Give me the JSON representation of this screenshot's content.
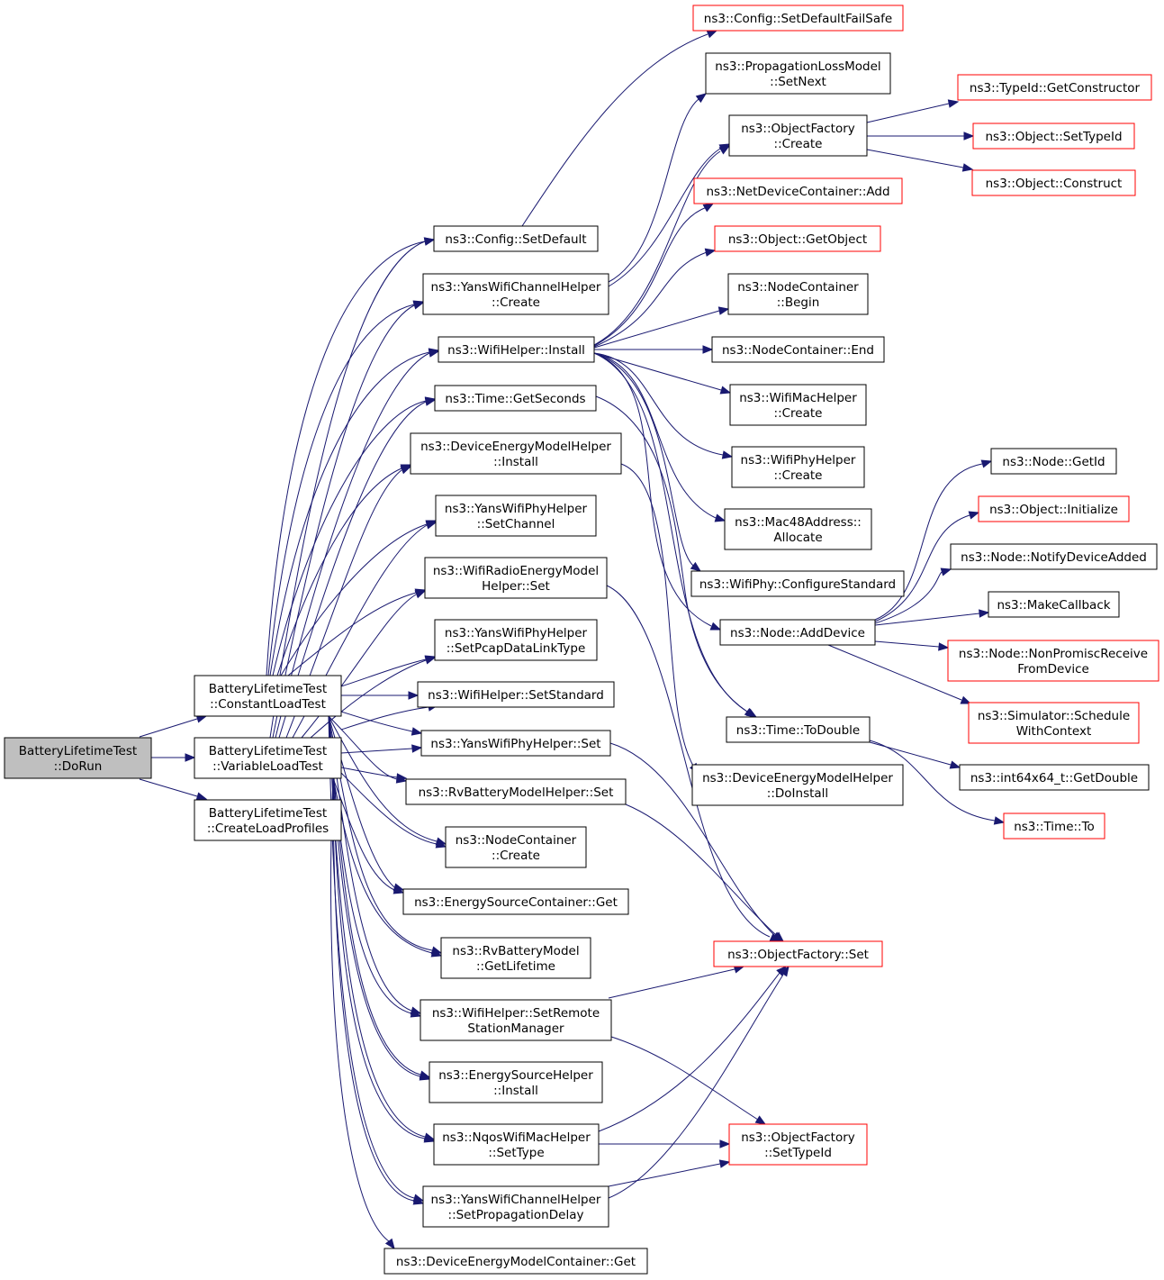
{
  "nodes": {
    "dorun": [
      "BatteryLifetimeTest",
      "::DoRun"
    ],
    "constload": [
      "BatteryLifetimeTest",
      "::ConstantLoadTest"
    ],
    "varload": [
      "BatteryLifetimeTest",
      "::VariableLoadTest"
    ],
    "createprof": [
      "BatteryLifetimeTest",
      "::CreateLoadProfiles"
    ],
    "cfgsetdefault": [
      "ns3::Config::SetDefault"
    ],
    "yanschancreate": [
      "ns3::YansWifiChannelHelper",
      "::Create"
    ],
    "wifiinstall": [
      "ns3::WifiHelper::Install"
    ],
    "timegetsec": [
      "ns3::Time::GetSeconds"
    ],
    "demhinstall": [
      "ns3::DeviceEnergyModelHelper",
      "::Install"
    ],
    "yansphysetchan": [
      "ns3::YansWifiPhyHelper",
      "::SetChannel"
    ],
    "wremhset": [
      "ns3::WifiRadioEnergyModel",
      "Helper::Set"
    ],
    "yansphypcap": [
      "ns3::YansWifiPhyHelper",
      "::SetPcapDataLinkType"
    ],
    "wifisetstd": [
      "ns3::WifiHelper::SetStandard"
    ],
    "yansphyset": [
      "ns3::YansWifiPhyHelper::Set"
    ],
    "rvbmhset": [
      "ns3::RvBatteryModelHelper::Set"
    ],
    "nccreate": [
      "ns3::NodeContainer",
      "::Create"
    ],
    "escget": [
      "ns3::EnergySourceContainer::Get"
    ],
    "rvbgetlife": [
      "ns3::RvBatteryModel",
      "::GetLifetime"
    ],
    "wifisetrsm": [
      "ns3::WifiHelper::SetRemote",
      "StationManager"
    ],
    "eshinstall": [
      "ns3::EnergySourceHelper",
      "::Install"
    ],
    "nqossettype": [
      "ns3::NqosWifiMacHelper",
      "::SetType"
    ],
    "yanssetprop": [
      "ns3::YansWifiChannelHelper",
      "::SetPropagationDelay"
    ],
    "demcget": [
      "ns3::DeviceEnergyModelContainer::Get"
    ],
    "cfgfailsafe": [
      "ns3::Config::SetDefaultFailSafe"
    ],
    "plmsetnext": [
      "ns3::PropagationLossModel",
      "::SetNext"
    ],
    "ofcreate": [
      "ns3::ObjectFactory",
      "::Create"
    ],
    "ndcadd": [
      "ns3::NetDeviceContainer::Add"
    ],
    "objgetobj": [
      "ns3::Object::GetObject"
    ],
    "ncbegin": [
      "ns3::NodeContainer",
      "::Begin"
    ],
    "ncend": [
      "ns3::NodeContainer::End"
    ],
    "wmhcreate": [
      "ns3::WifiMacHelper",
      "::Create"
    ],
    "wphcreate": [
      "ns3::WifiPhyHelper",
      "::Create"
    ],
    "mac48alloc": [
      "ns3::Mac48Address::",
      "Allocate"
    ],
    "wphyconfstd": [
      "ns3::WifiPhy::ConfigureStandard"
    ],
    "nodeadddev": [
      "ns3::Node::AddDevice"
    ],
    "timetodouble": [
      "ns3::Time::ToDouble"
    ],
    "demhdoinstall": [
      "ns3::DeviceEnergyModelHelper",
      "::DoInstall"
    ],
    "ofset": [
      "ns3::ObjectFactory::Set"
    ],
    "ofsettypeid": [
      "ns3::ObjectFactory",
      "::SetTypeId"
    ],
    "tidgetctor": [
      "ns3::TypeId::GetConstructor"
    ],
    "objsettypeid": [
      "ns3::Object::SetTypeId"
    ],
    "objconstruct": [
      "ns3::Object::Construct"
    ],
    "nodegetid": [
      "ns3::Node::GetId"
    ],
    "objinit": [
      "ns3::Object::Initialize"
    ],
    "nodenotify": [
      "ns3::Node::NotifyDeviceAdded"
    ],
    "makecb": [
      "ns3::MakeCallback"
    ],
    "nodenonprom": [
      "ns3::Node::NonPromiscReceive",
      "FromDevice"
    ],
    "simsched": [
      "ns3::Simulator::Schedule",
      "WithContext"
    ],
    "i64getdouble": [
      "ns3::int64x64_t::GetDouble"
    ],
    "timeto": [
      "ns3::Time::To"
    ]
  },
  "colors": {
    "edge": "#191970",
    "node_border": "#000000",
    "external_border": "#ff0000",
    "root_fill": "#bfbfbf",
    "node_fill": "#ffffff"
  }
}
